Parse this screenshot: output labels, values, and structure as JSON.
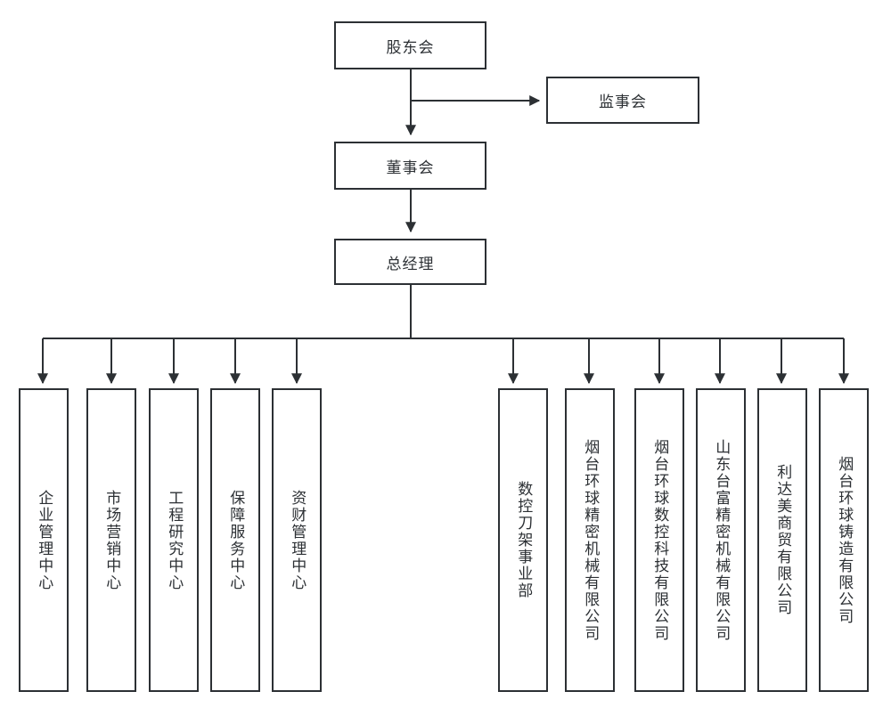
{
  "diagram": {
    "title_text": "",
    "style": {
      "border_color": "#2c3034",
      "line_color": "#2c3034",
      "background": "#ffffff",
      "text_color": "#2c3034"
    }
  },
  "nodes": {
    "shareholders_meeting": {
      "label": "股东会",
      "orientation": "horizontal"
    },
    "supervisory_board": {
      "label": "监事会",
      "orientation": "horizontal"
    },
    "board_of_directors": {
      "label": "董事会",
      "orientation": "horizontal"
    },
    "general_manager": {
      "label": "总经理",
      "orientation": "horizontal"
    }
  },
  "departments": [
    {
      "id": "enterprise-management-center",
      "label": "企业管理中心"
    },
    {
      "id": "marketing-center",
      "label": "市场营销中心"
    },
    {
      "id": "engineering-research-center",
      "label": "工程研究中心"
    },
    {
      "id": "support-service-center",
      "label": "保障服务中心"
    },
    {
      "id": "asset-finance-center",
      "label": "资财管理中心"
    }
  ],
  "subsidiaries": [
    {
      "id": "cnc-turret-division",
      "label": "数控刀架事业部"
    },
    {
      "id": "yantai-huanqiu-precision",
      "label": "烟台环球精密机械有限公司"
    },
    {
      "id": "yantai-huanqiu-cnc-tech",
      "label": "烟台环球数控科技有限公司"
    },
    {
      "id": "shandong-taifu-precision",
      "label": "山东台富精密机械有限公司"
    },
    {
      "id": "lidamei-trading",
      "label": "利达美商贸有限公司"
    },
    {
      "id": "yantai-huanqiu-casting",
      "label": "烟台环球铸造有限公司"
    }
  ],
  "connectors": {
    "shareholders_to_supervisory": "arrow",
    "shareholders_to_board": "arrow",
    "board_to_general_manager": "arrow",
    "general_manager_to_units": "bus-with-arrows"
  }
}
